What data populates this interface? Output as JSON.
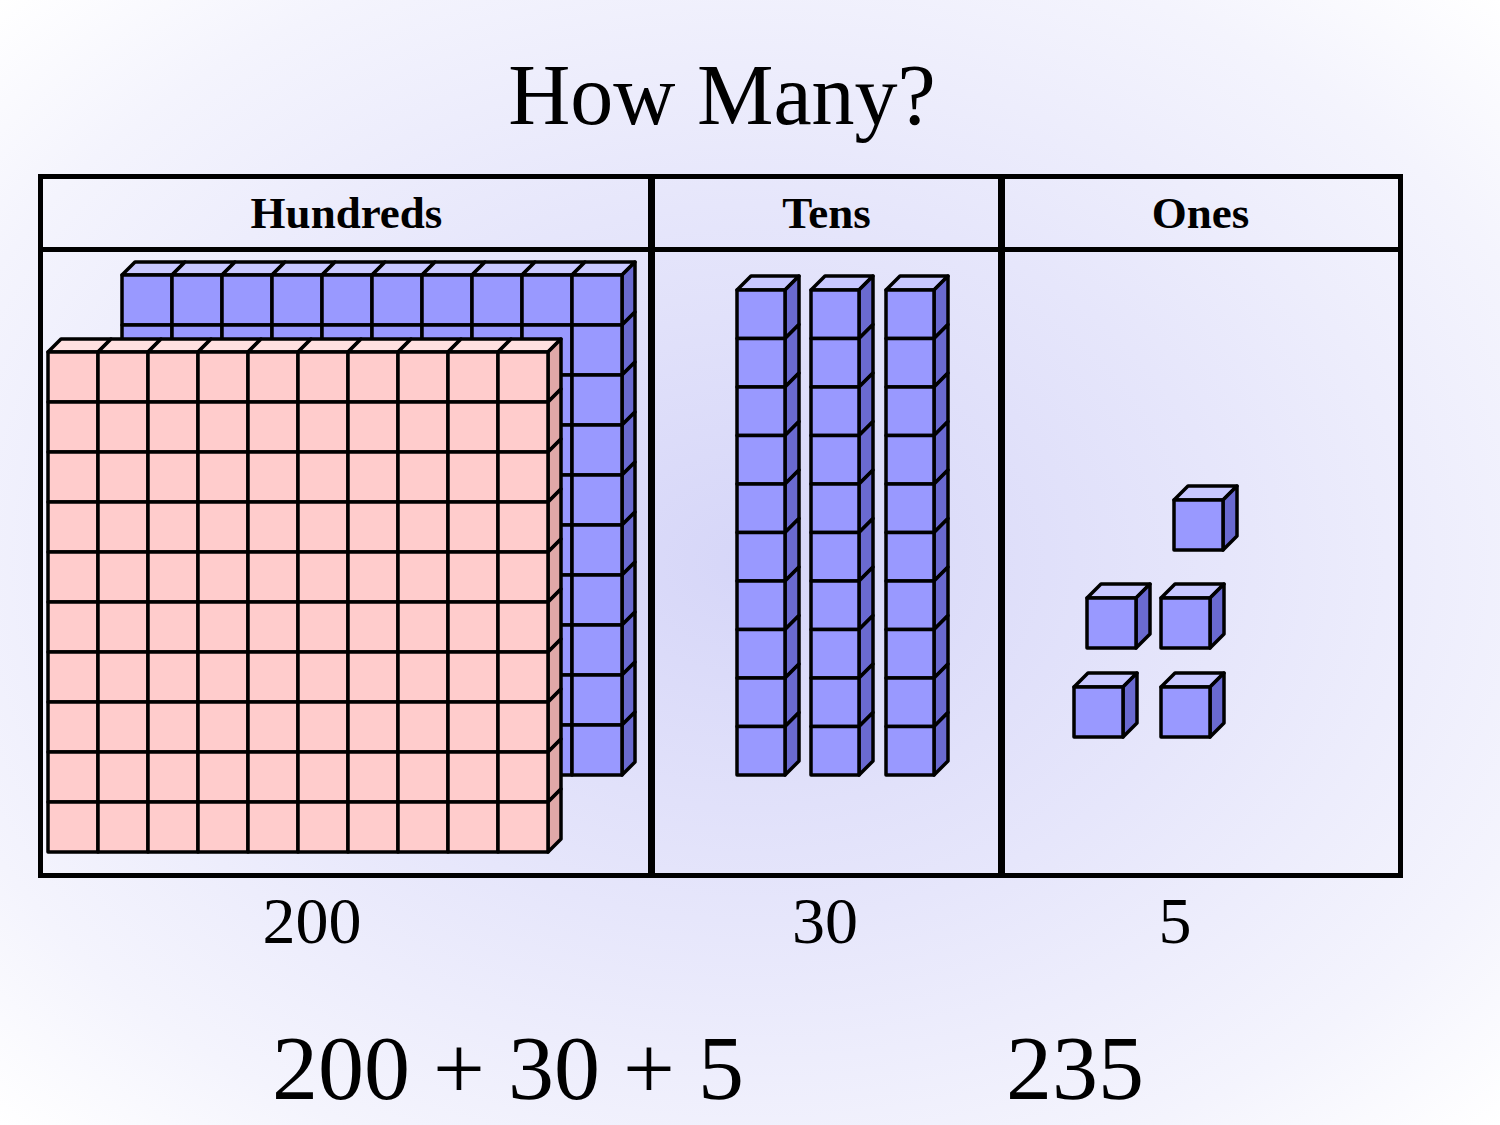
{
  "diagram": {
    "title": "How Many?",
    "nodes": [
      {
        "text": [
          "Hundreds"
        ]
      },
      {
        "text": [
          "Tens"
        ]
      },
      {
        "text": [
          "Ones"
        ]
      }
    ],
    "labels": [
      "200",
      "30",
      "5",
      "200 + 30 + 5",
      "235"
    ]
  }
}
